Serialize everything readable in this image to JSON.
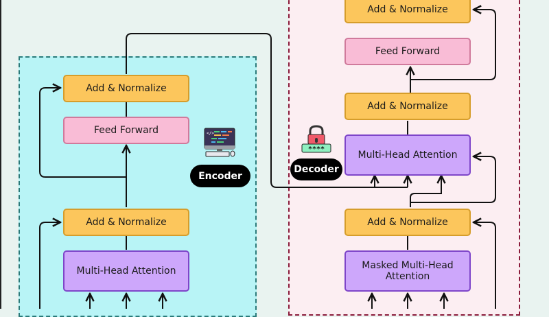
{
  "encoder": {
    "label": "Encoder",
    "icon": "computer-code-icon",
    "blocks": {
      "add_norm_top": "Add & Normalize",
      "feed_forward": "Feed Forward",
      "add_norm_bottom": "Add & Normalize",
      "multi_head_attention": "Multi-Head Attention"
    }
  },
  "decoder": {
    "label": "Decoder",
    "icon": "lock-password-icon",
    "password_mask": "****",
    "blocks": {
      "add_norm_top": "Add & Normalize",
      "feed_forward": "Feed Forward",
      "add_norm_middle": "Add & Normalize",
      "multi_head_attention": "Multi-Head Attention",
      "add_norm_bottom": "Add & Normalize",
      "masked_multi_head_attention": "Masked Multi-Head Attention"
    }
  },
  "colors": {
    "background": "#e9f3f0",
    "encoder_panel": "#b8f4f6",
    "decoder_panel": "#fceef2",
    "add_normalize": "#fcc65c",
    "feed_forward": "#f9bcd6",
    "attention": "#cda7fb"
  }
}
